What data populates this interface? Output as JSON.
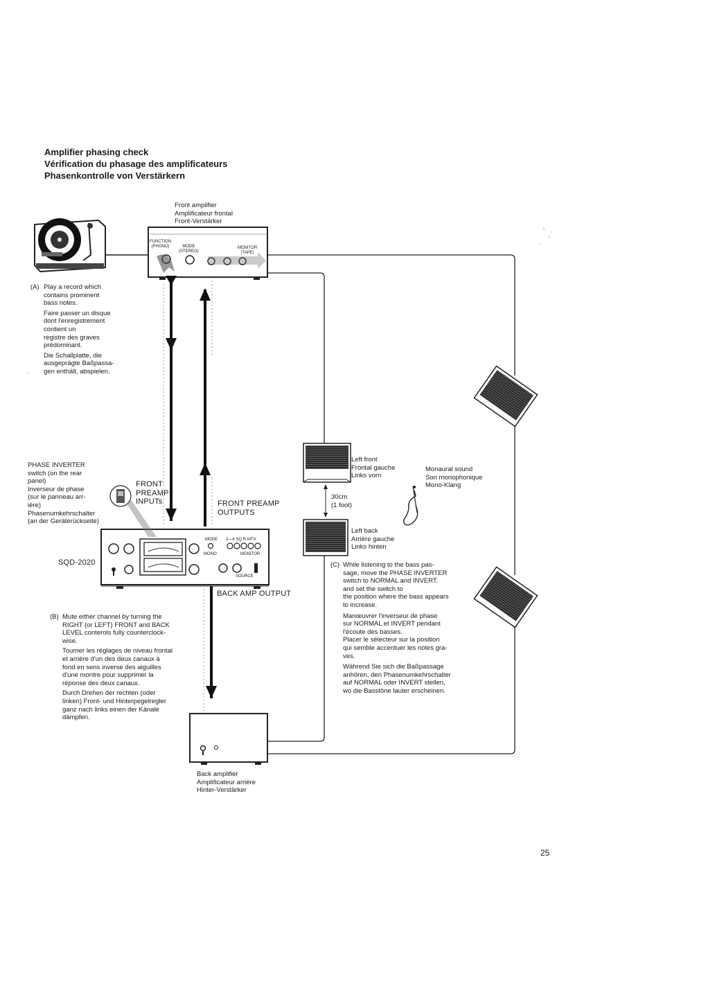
{
  "heading": {
    "en": "Amplifier phasing check",
    "fr": "Vérification du phasage des amplificateurs",
    "de": "Phasenkontrolle von Verstärkern"
  },
  "front_amp": {
    "caption": [
      "Front amplifier",
      "Amplificateur frontal",
      "Front-Verstärker"
    ],
    "function_label": "FUNCTION\n(PHONO)",
    "mode_label": "MODE\n(STEREO)",
    "monitor_label": "MONITOR\n(TAPE)"
  },
  "step_a": {
    "tag": "(A)",
    "en": "Play a record which\ncontains prominent\nbass notes.",
    "fr": "Faire passer un disque\ndont l'enregistrement\ncontient un\nregistre des graves\nprédominant.",
    "de": "Die Schallplatte, die\nausgeprägte Baßpassa-\ngen enthält, abspielen."
  },
  "phase_inverter": {
    "text": "PHASE INVERTER\nswitch (on the rear\npanel)\nInverseur de phase\n(sur le panneau arr-\nière)\nPhasenumkehrschalter\n(an der Geräterückseite)"
  },
  "front_preamp_inputs": "FRONT\nPREAMP\nINPUTs",
  "front_preamp_outputs": "FRONT PREAMP\nOUTPUTS",
  "back_amp_output": "BACK AMP OUTPUT",
  "sqd": {
    "model": "SQD-2020",
    "mode_label": "MODE",
    "mode_options": "2—4 SQ R·MTX",
    "mono_label": "MONO'",
    "monitor_label": "MONITOR",
    "source_label": "SOURCE"
  },
  "left_front": [
    "Left front",
    "Frontal gauche",
    "Links vorn"
  ],
  "left_back": [
    "Left back",
    "Arrière gauche",
    "Links hinten"
  ],
  "distance": "30cm\n(1 foot)",
  "monaural": [
    "Monaural sound",
    "Son monophonique",
    "Mono-Klang"
  ],
  "step_b": {
    "tag": "(B)",
    "en": "Mute either channel by turning the\nRIGHT (or LEFT) FRONT and BACK\nLEVEL conterols fully counterclock-\nwise.",
    "fr": "Tourner les réglages de niveau frontal\net arrière d'un des deux canaux à\nfond en sens inverse des aiguilles\nd'une montre pour supprimer la\nréponse des deux canaux.",
    "de": "Durch Drehen der rechten (oder\nlinken) Front- und Hinterpegelregler\nganz nach links einen der Känale\ndämpfen."
  },
  "step_c": {
    "tag": "(C)",
    "en": "While listening to the bass pas-\nsage, move the PHASE INVERTER\nswitch to NORMAL and INVERT.\nand set the switch to\nthe position where the bass appears\nto increase.",
    "fr": "Manœuvrer l'inverseur de phase\nsur NORMAL et INVERT pendant\nl'écoute des basses.\nPlacer le sélecteur sur la position\nqui semble accentuer les notes gra-\nves.",
    "de": "Während Sie sich die Baßpassage\nanhören, den Phasenumkehrschalter\nauf NORMAL oder INVERT stellen,\nwo die Basstöne lauter erscheinen."
  },
  "back_amp": {
    "caption": [
      "Back amplifier",
      "Amplificateur arrière",
      "Hinter-Verstärker"
    ]
  },
  "page_number": "25"
}
